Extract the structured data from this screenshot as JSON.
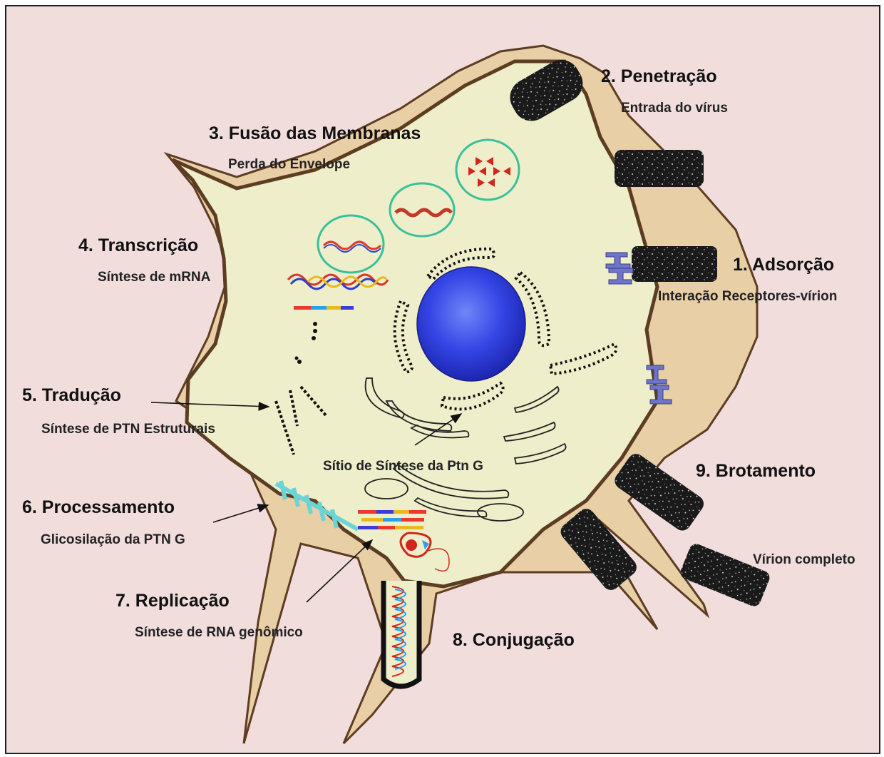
{
  "colors": {
    "background": "#f2dddd",
    "cytoplasm": "#eeeecb",
    "outer_membrane": "#e9cfa6",
    "membrane_line": "#5c3d22",
    "nucleus": "#2f3fe0",
    "virion": "#1b1b1b",
    "receptor": "#6e74c6",
    "vesicle_ring": "#39c09a",
    "glycosylation": "#6cd4d4"
  },
  "steps": [
    {
      "id": "1",
      "title": "1. Adsorção",
      "subtitle": "Interação Receptores-vírion"
    },
    {
      "id": "2",
      "title": "2. Penetração",
      "subtitle": "Entrada do vírus"
    },
    {
      "id": "3",
      "title": "3. Fusão das Membranas",
      "subtitle": "Perda do Envelope"
    },
    {
      "id": "4",
      "title": "4. Transcrição",
      "subtitle": "Síntese de mRNA"
    },
    {
      "id": "5",
      "title": "5. Tradução",
      "subtitle": "Síntese de PTN Estruturais"
    },
    {
      "id": "6",
      "title": "6. Processamento",
      "subtitle": "Glicosilação da PTN G"
    },
    {
      "id": "7",
      "title": "7. Replicação",
      "subtitle": "Síntese de RNA genômico"
    },
    {
      "id": "8",
      "title": "8. Conjugação",
      "subtitle": ""
    },
    {
      "id": "9",
      "title": "9. Brotamento",
      "subtitle": "Vírion completo"
    }
  ],
  "annotations": {
    "synthesis_site": "Sítio de Síntese da Ptn G"
  },
  "icons": [
    "virion-icon",
    "receptor-icon",
    "nucleus-icon",
    "vesicle-icon",
    "rna-strand-icon",
    "arrow-icon"
  ]
}
